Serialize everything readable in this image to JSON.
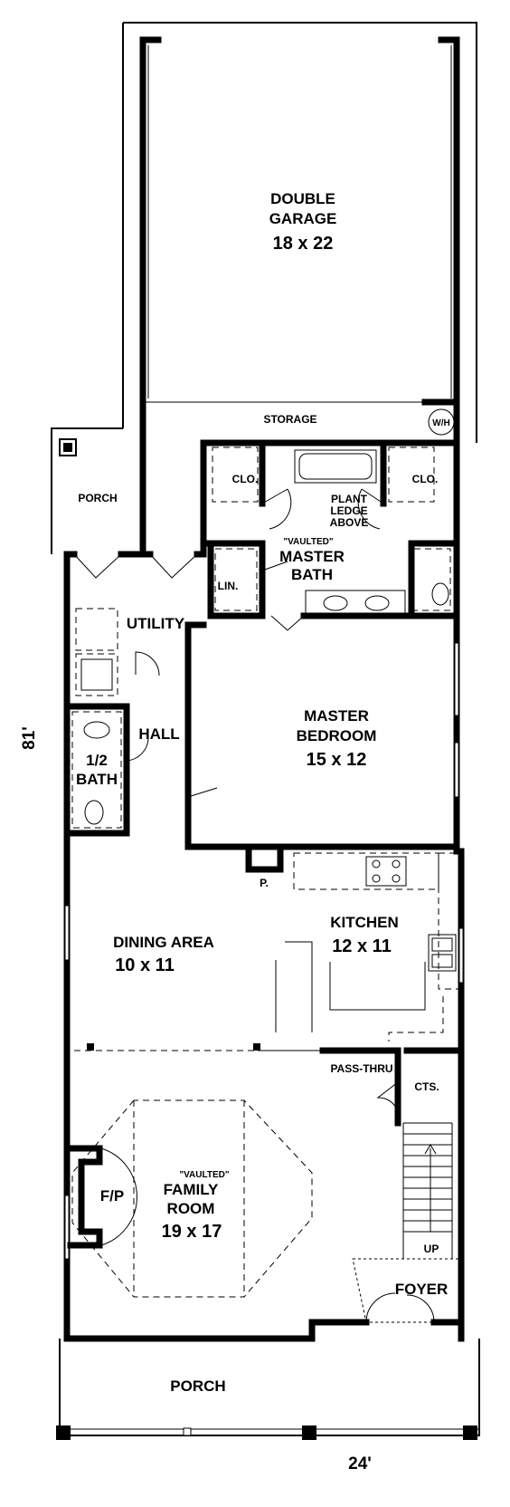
{
  "rooms": {
    "garage_line1": "DOUBLE",
    "garage_line2": "GARAGE",
    "garage_size": "18 x 22",
    "storage": "STORAGE",
    "water_heater": "W/H",
    "rear_porch": "PORCH",
    "closet_left": "CLO.",
    "closet_right": "CLO.",
    "plant_ledge_1": "PLANT",
    "plant_ledge_2": "LEDGE",
    "plant_ledge_3": "ABOVE",
    "master_bath_note": "\"VAULTED\"",
    "master_bath_1": "MASTER",
    "master_bath_2": "BATH",
    "linen": "LIN.",
    "utility": "UTILITY",
    "master_bedroom_1": "MASTER",
    "master_bedroom_2": "BEDROOM",
    "master_bedroom_size": "15 x 12",
    "hall": "HALL",
    "half_bath_1": "1/2",
    "half_bath_2": "BATH",
    "pantry": "P.",
    "kitchen": "KITCHEN",
    "kitchen_size": "12 x 11",
    "dining": "DINING AREA",
    "dining_size": "10 x 11",
    "pass_thru": "PASS-THRU",
    "coats": "CTS.",
    "family_note": "\"VAULTED\"",
    "family": "FAMILY",
    "family_2": "ROOM",
    "family_size": "19 x 17",
    "fireplace": "F/P",
    "stair_up": "UP",
    "foyer": "FOYER",
    "front_porch": "PORCH"
  },
  "dimensions": {
    "depth": "81'",
    "width": "24'"
  },
  "colors": {
    "wall": "#000000",
    "background": "#ffffff"
  }
}
